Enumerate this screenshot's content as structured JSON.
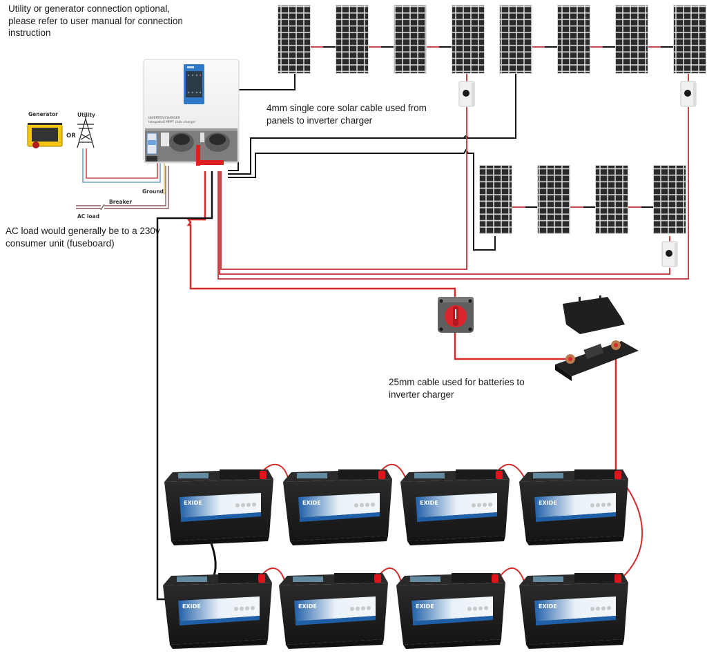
{
  "title": "Off-grid solar inverter charger wiring diagram",
  "notes": {
    "utility_note": [
      "Utility or generator connection optional,",
      "please refer to user manual for connection",
      "instruction"
    ],
    "solar_cable_note": [
      "4mm single core solar cable used from",
      "panels to inverter charger"
    ],
    "ac_load_note": [
      "AC load would generally be to a 230v",
      "consumer unit (fuseboard)"
    ],
    "battery_cable_note": [
      "25mm cable used for batteries to",
      "inverter charger"
    ]
  },
  "labels": {
    "generator": "Generator",
    "or": "OR",
    "utility": "Utility",
    "ground": "Ground",
    "breaker": "Breaker",
    "ac_load": "AC load",
    "inverter_model": "INVERTER/CHARGER",
    "inverter_subtitle": "Integrated MPPT solar charger",
    "battery_brand": "EXIDE"
  },
  "components": {
    "solar_strings": [
      {
        "name": "string-1",
        "panels": 4,
        "isolator": true
      },
      {
        "name": "string-2",
        "panels": 4,
        "isolator": true
      },
      {
        "name": "string-3",
        "panels": 4,
        "isolator": true
      }
    ],
    "panel_cells": {
      "columns": 4,
      "rows": 10
    },
    "battery_rows": [
      {
        "name": "top-row",
        "count": 4
      },
      {
        "name": "bottom-row",
        "count": 4
      }
    ],
    "battery_isolator_switch": 1,
    "battery_fuse": 1
  },
  "colors": {
    "positive_cable": "#d42a2a",
    "positive_cable_light": "#c8474b",
    "negative_cable": "#111111",
    "panel_cell": "#2b2b2b",
    "panel_grid": "#d9d9d9",
    "inverter_body": "#f2f2f2",
    "inverter_display": "#2f79c8",
    "battery_body": "#1e1e1e",
    "battery_label": "#2a6fb5",
    "terminal_red": "#e1141b",
    "generator_yellow": "#f2c413",
    "ac_blue": "#6aa4c8"
  }
}
